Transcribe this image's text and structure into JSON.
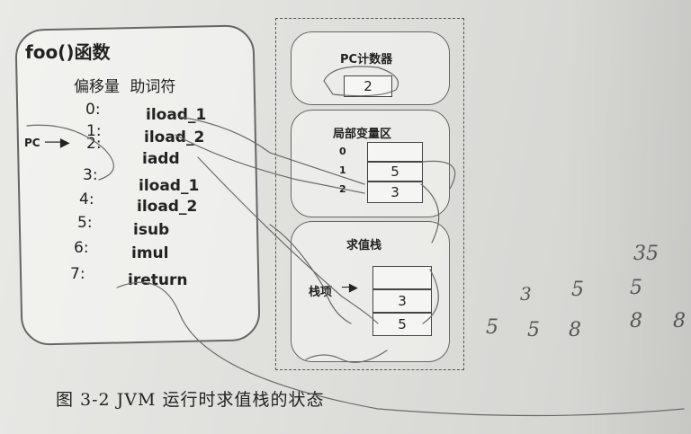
{
  "title": "foo()函数",
  "header": {
    "offset": "偏移量",
    "mnemonic": "助词符"
  },
  "instructions": [
    {
      "offset": "0:",
      "op": "iload_1"
    },
    {
      "offset": "1:",
      "op": "iload_2"
    },
    {
      "offset": "2:",
      "op": "iadd"
    },
    {
      "offset": "3:",
      "op": "iload_1"
    },
    {
      "offset": "4:",
      "op": "iload_2"
    },
    {
      "offset": "5:",
      "op": "isub"
    },
    {
      "offset": "6:",
      "op": "imul"
    },
    {
      "offset": "7:",
      "op": "ireturn"
    }
  ],
  "pc_pointer": "PC",
  "pc_counter": {
    "title": "PC计数器",
    "value": "2"
  },
  "local_vars": {
    "title": "局部变量区",
    "indices": [
      "0",
      "1",
      "2"
    ],
    "values": [
      "",
      "5",
      "3"
    ]
  },
  "operand_stack": {
    "title": "求值栈",
    "top_label": "栈项",
    "values": [
      "",
      "3",
      "5"
    ]
  },
  "caption": "图 3-2  JVM 运行时求值栈的状态",
  "handwriting": {
    "h1": "3",
    "h2": "5",
    "h3": "5",
    "h4": "5",
    "h5": "8",
    "h6": "8",
    "h7": "8",
    "h8": "5",
    "h9": "35"
  }
}
